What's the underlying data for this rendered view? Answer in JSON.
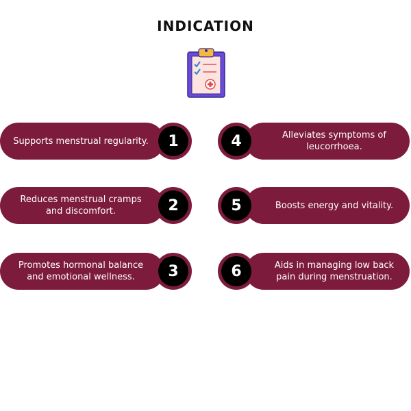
{
  "title": "INDICATION",
  "colors": {
    "pill": "#7d1b3d",
    "number_circle": "#000000",
    "text": "#ffffff",
    "title": "#111111"
  },
  "icon": "clipboard-checklist-icon",
  "left_items": [
    {
      "number": "1",
      "text": "Supports menstrual regularity."
    },
    {
      "number": "2",
      "text": "Reduces menstrual cramps and discomfort."
    },
    {
      "number": "3",
      "text": "Promotes hormonal balance and emotional wellness."
    }
  ],
  "right_items": [
    {
      "number": "4",
      "text": "Alleviates symptoms of leucorrhoea."
    },
    {
      "number": "5",
      "text": "Boosts energy and vitality."
    },
    {
      "number": "6",
      "text": "Aids in managing low back pain during menstruation."
    }
  ]
}
